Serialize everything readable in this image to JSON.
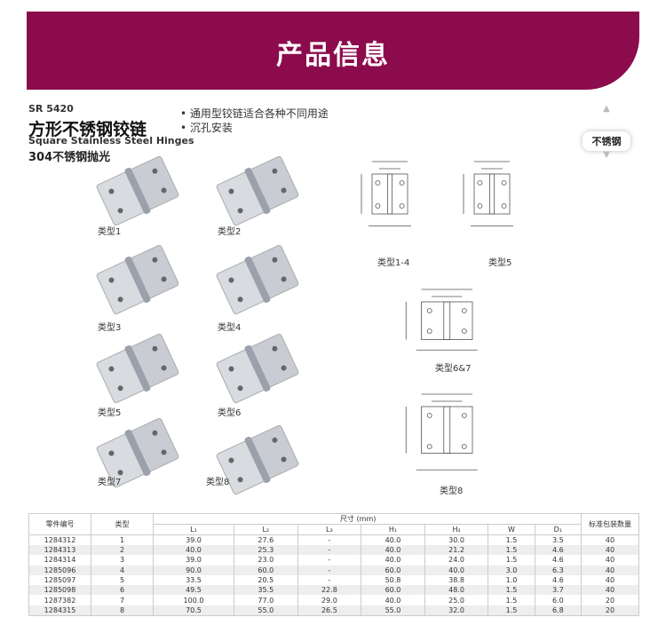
{
  "header": {
    "title": "产品信息"
  },
  "product": {
    "code": "SR 5420",
    "name_cn": "方形不锈钢铰链",
    "name_en": "Square Stainless Steel Hinges",
    "material": "304不锈钢抛光"
  },
  "features": [
    "通用型铰链适合各种不同用途",
    "沉孔安装"
  ],
  "badge": {
    "label": "不锈钢"
  },
  "photos": [
    "类型1",
    "类型2",
    "类型3",
    "类型4",
    "类型5",
    "类型6",
    "类型7",
    "类型8"
  ],
  "diagrams": [
    "类型1-4",
    "类型5",
    "类型6&7",
    "类型8"
  ],
  "table": {
    "col_part": "零件编号",
    "col_type": "类型",
    "col_dim": "尺寸 (mm)",
    "col_pack": "标准包装数量",
    "dims": [
      "L₁",
      "L₂",
      "L₃",
      "H₁",
      "H₂",
      "W",
      "D₁"
    ],
    "rows": [
      [
        "1284312",
        "1",
        "39.0",
        "27.6",
        "-",
        "40.0",
        "30.0",
        "1.5",
        "3.5",
        "40"
      ],
      [
        "1284313",
        "2",
        "40.0",
        "25.3",
        "-",
        "40.0",
        "21.2",
        "1.5",
        "4.6",
        "40"
      ],
      [
        "1284314",
        "3",
        "39.0",
        "23.0",
        "-",
        "40.0",
        "24.0",
        "1.5",
        "4.6",
        "40"
      ],
      [
        "1285096",
        "4",
        "90.0",
        "60.0",
        "-",
        "60.0",
        "40.0",
        "3.0",
        "6.3",
        "40"
      ],
      [
        "1285097",
        "5",
        "33.5",
        "20.5",
        "-",
        "50.8",
        "38.8",
        "1.0",
        "4.6",
        "40"
      ],
      [
        "1285098",
        "6",
        "49.5",
        "35.5",
        "22.8",
        "60.0",
        "48.0",
        "1.5",
        "3.7",
        "40"
      ],
      [
        "1287382",
        "7",
        "100.0",
        "77.0",
        "29.0",
        "40.0",
        "25.0",
        "1.5",
        "6.0",
        "20"
      ],
      [
        "1284315",
        "8",
        "70.5",
        "55.0",
        "26.5",
        "55.0",
        "32.0",
        "1.5",
        "6.8",
        "20"
      ]
    ]
  }
}
